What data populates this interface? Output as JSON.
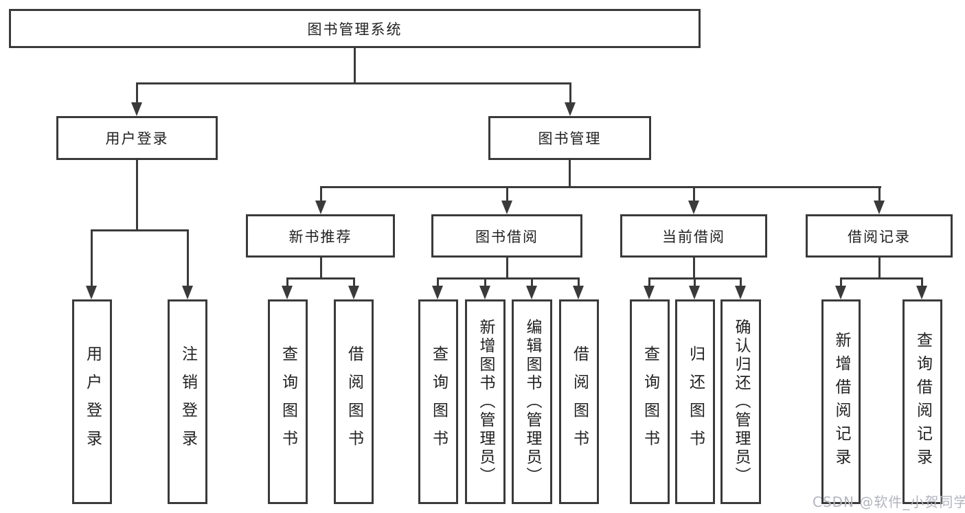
{
  "diagram": {
    "title": "图书管理系统",
    "level2": [
      {
        "label": "用户登录",
        "leaves": [
          "用户登录",
          "注销登录"
        ]
      },
      {
        "label": "图书管理",
        "sections": [
          {
            "label": "新书推荐",
            "leaves": [
              "查询图书",
              "借阅图书"
            ]
          },
          {
            "label": "图书借阅",
            "leaves": [
              "查询图书",
              "新增图书（管理员）",
              "编辑图书（管理员）",
              "借阅图书"
            ]
          },
          {
            "label": "当前借阅",
            "leaves": [
              "查询图书",
              "归还图书",
              "确认归还（管理员）"
            ]
          },
          {
            "label": "借阅记录",
            "leaves": [
              "新增借阅记录",
              "查询借阅记录"
            ]
          }
        ]
      }
    ]
  },
  "watermark": "CSDN @软件_小贺同学",
  "colors": {
    "line": "#3a3a3a",
    "text": "#222222",
    "background": "#ffffff",
    "watermark": "#b3b5bf"
  }
}
